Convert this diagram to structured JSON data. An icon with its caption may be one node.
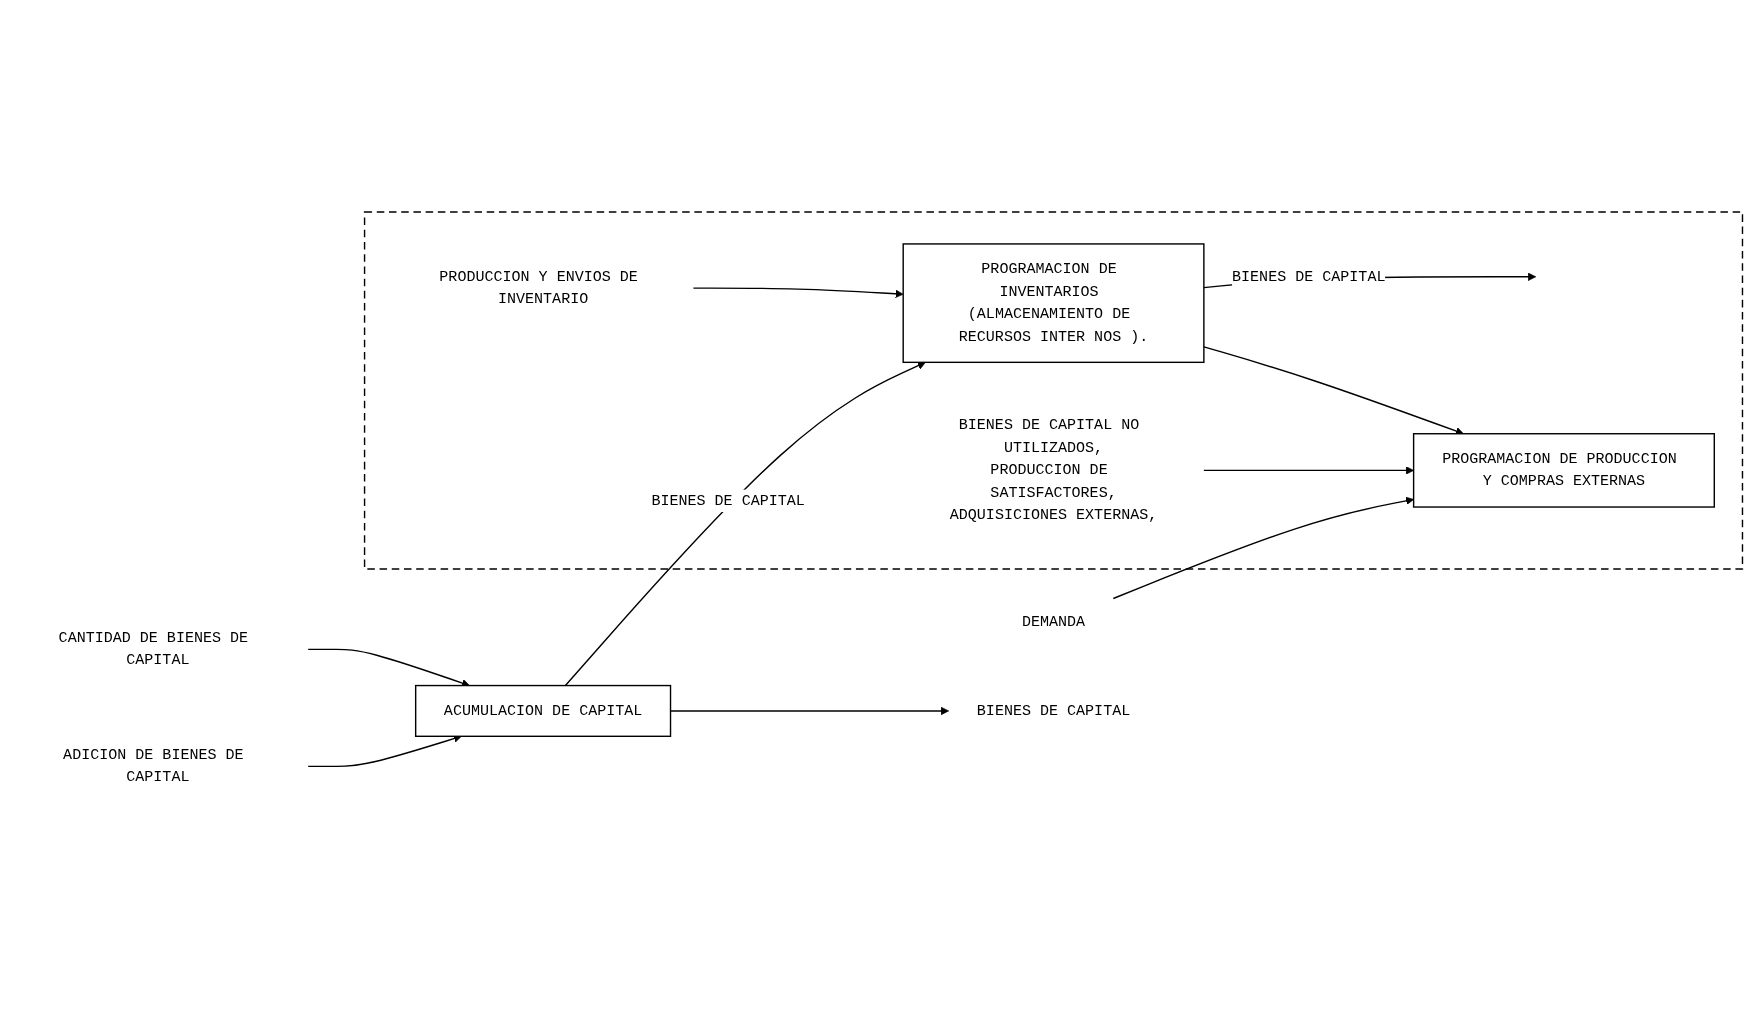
{
  "diagram": {
    "nodes": [
      {
        "text": [
          "CANTIDAD DE BIENES DE CAPITAL"
        ]
      },
      {
        "text": [
          "ADICION DE BIENES DE CAPITAL"
        ]
      },
      {
        "text": [
          "ACUMULACION DE CAPITAL"
        ]
      },
      {
        "text": [
          "BIENES DE CAPITAL"
        ]
      },
      {
        "text": [],
        "shape": "box"
      },
      {
        "text": [
          "PRODUCCION Y ENVIOS DE INVENTARIO"
        ],
        "in": 4
      },
      {
        "text": [
          "PROGRAMACION DE INVENTARIOS (ALMACENAMIENTO DE RECURSOS INTER NOS )."
        ],
        "in": 4
      },
      {
        "text": [
          "PROGRAMACION DE PRODUCCION Y COMPRAS EXTERNAS"
        ],
        "in": 4
      },
      {
        "text": [
          "DEMANDA"
        ]
      },
      {
        "text": [
          "BIENES DE CAPITAL NO UTILIZADOS,",
          "PRODUCCION DE SATISFACTORES,",
          "ADQUISICIONES EXTERNAS,"
        ],
        "in": 4
      }
    ],
    "edges": [
      {
        "from": 0,
        "to": 2,
        "arrow": "to"
      },
      {
        "from": 1,
        "to": 2,
        "arrow": "to"
      },
      {
        "from": 2,
        "to": 3,
        "arrow": "to"
      },
      {
        "from": 2,
        "to": 6,
        "arrow": "to",
        "label": "BIENES DE CAPITAL"
      },
      {
        "from": 5,
        "to": 6,
        "arrow": "to"
      },
      {
        "from": 6,
        "to": null,
        "arrow": "to",
        "label": "BIENES DE CAPITAL"
      },
      {
        "from": 6,
        "to": 7,
        "arrow": "to"
      },
      {
        "from": 8,
        "to": 7,
        "arrow": "to"
      },
      {
        "from": 9,
        "to": 7,
        "arrow": "to"
      }
    ]
  }
}
